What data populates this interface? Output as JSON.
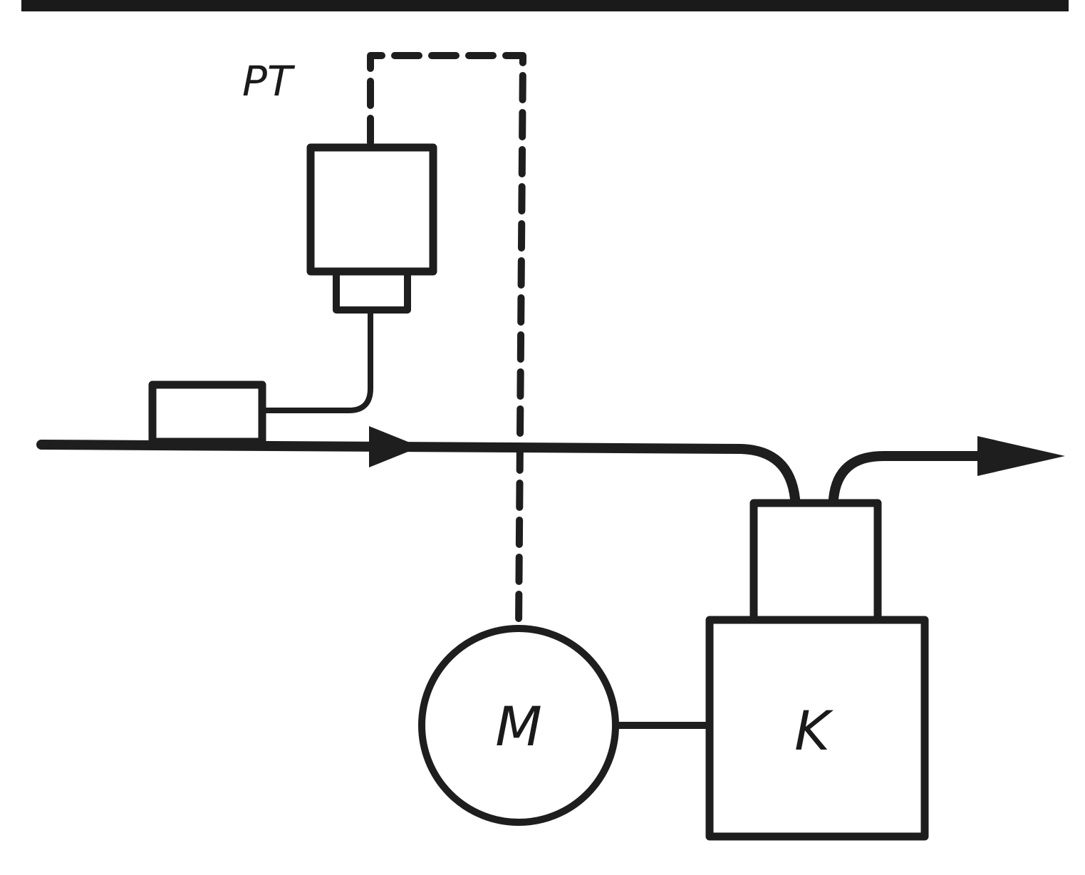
{
  "labels": {
    "pressure_relay": "PT",
    "motor": "M",
    "compressor": "K"
  },
  "colors": {
    "ink": "#1e1e1e",
    "paper": "#ffffff"
  }
}
